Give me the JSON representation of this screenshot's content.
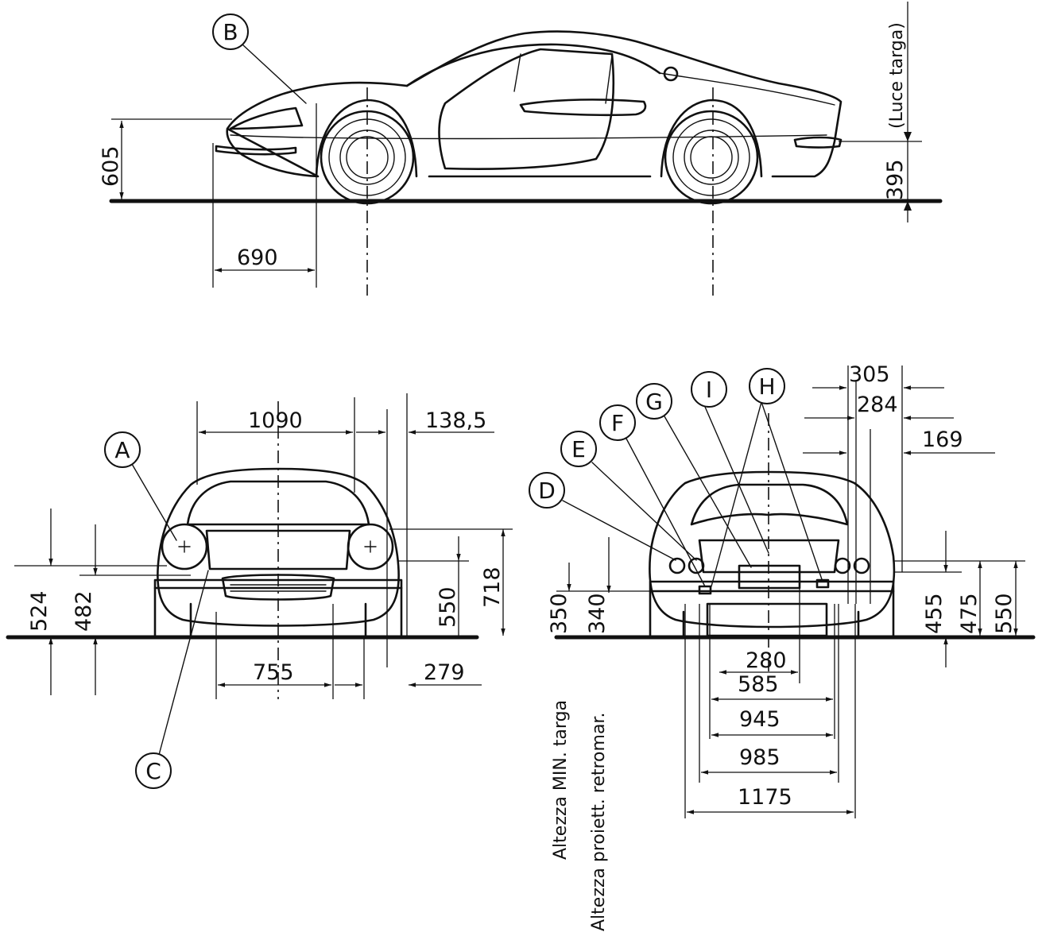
{
  "side_view": {
    "dimensions": {
      "front_height": "605",
      "front_overhang": "690",
      "rear_plate_light_height": "395"
    },
    "captions": {
      "plate_light": "(Luce targa)"
    },
    "callouts": {
      "b": "B"
    }
  },
  "front_view": {
    "dimensions": {
      "width_1090": "1090",
      "offset_138_5": "138,5",
      "track_755": "755",
      "offset_279": "279",
      "height_524": "524",
      "height_482": "482",
      "height_550": "550",
      "height_718": "718"
    },
    "callouts": {
      "a": "A",
      "c": "C"
    }
  },
  "rear_view": {
    "dimensions": {
      "offset_305": "305",
      "offset_284": "284",
      "offset_169": "169",
      "height_350": "350",
      "height_340": "340",
      "width_280": "280",
      "width_585": "585",
      "width_945": "945",
      "width_985": "985",
      "width_1175": "1175",
      "height_455": "455",
      "height_475": "475",
      "height_550": "550"
    },
    "captions": {
      "min_plate_height": "Altezza MIN. targa",
      "reflector_height": "Altezza proiett. retromar."
    },
    "callouts": {
      "d": "D",
      "e": "E",
      "f": "F",
      "g": "G",
      "i": "I",
      "h": "H"
    }
  }
}
